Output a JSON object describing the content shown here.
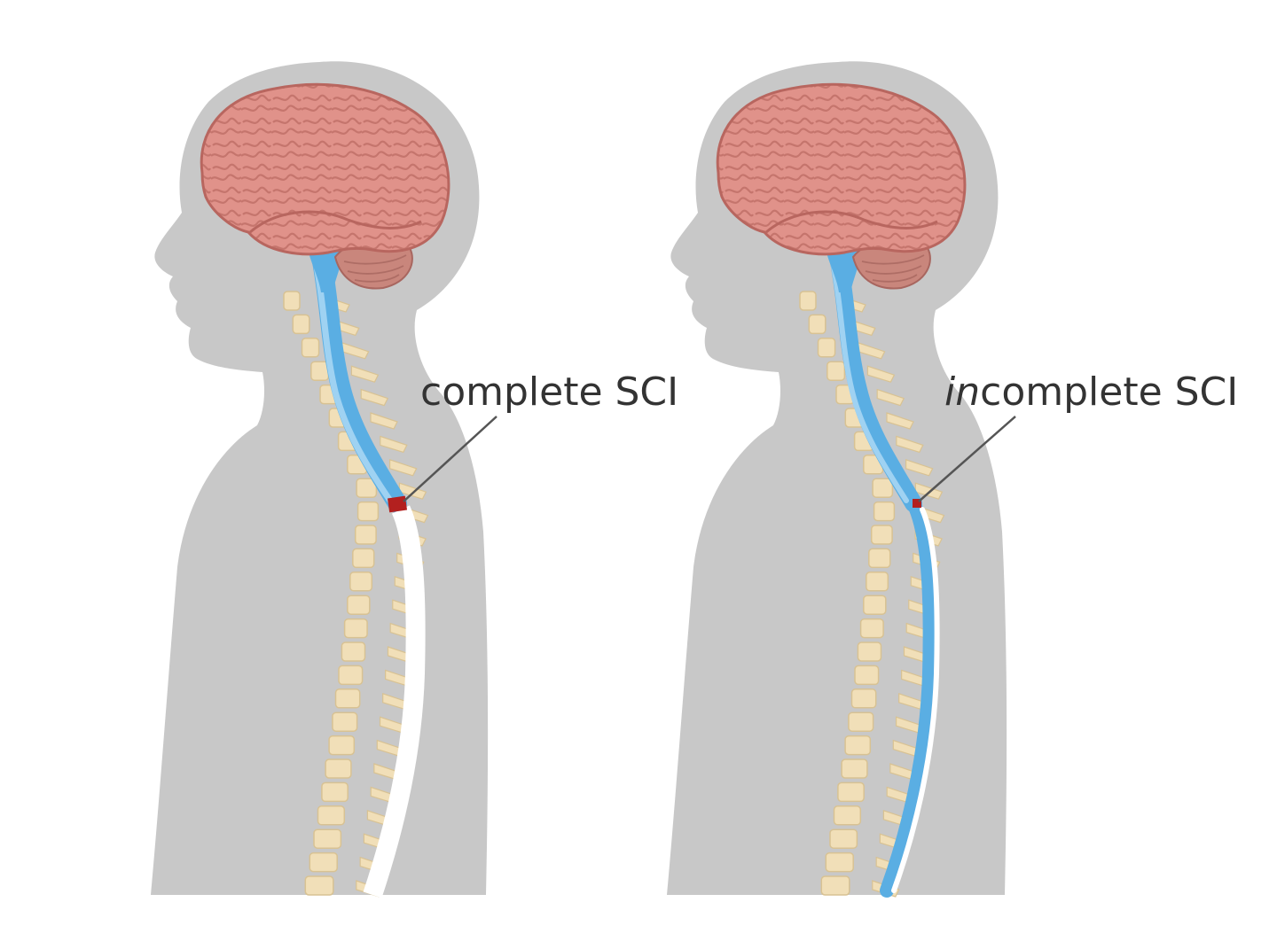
{
  "diagram": {
    "panels": [
      {
        "id": "left",
        "label_prefix_italic": "",
        "label_rest": "complete SCI",
        "injury": "complete"
      },
      {
        "id": "right",
        "label_prefix_italic": "in",
        "label_rest": "complete SCI",
        "injury": "incomplete"
      }
    ],
    "colors": {
      "silhouette": "#c8c8c8",
      "brain": "#e0928a",
      "brain_outline": "#b8665f",
      "cerebellum": "#c9867c",
      "spinal_cord": "#5aaee3",
      "spinal_cord_light": "#9fd2f2",
      "spinal_cord_severed": "#ffffff",
      "vertebrae": "#f1dfb8",
      "vertebrae_outline": "#d8c293",
      "injury": "#b3201f",
      "leader_line": "#555555"
    }
  }
}
